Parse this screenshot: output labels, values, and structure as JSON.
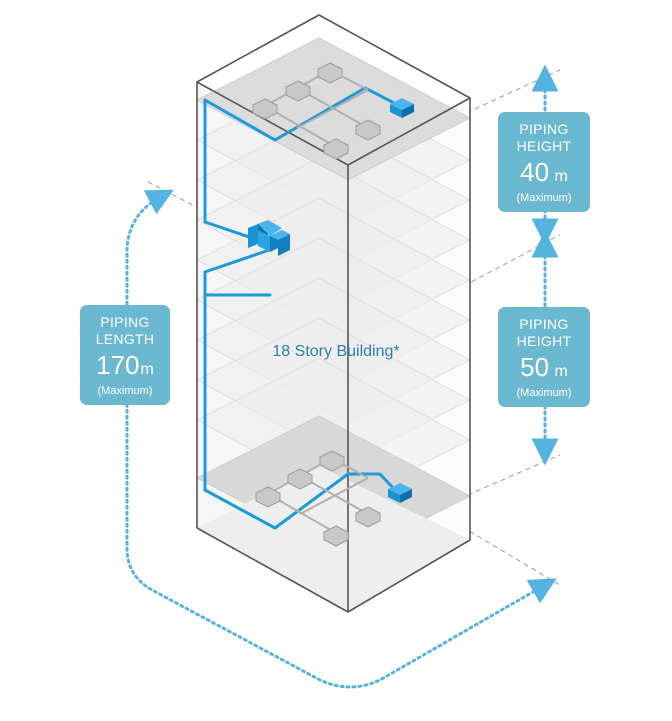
{
  "building_label": "18 Story Building*",
  "callouts": {
    "height_top": {
      "line1": "PIPING",
      "line2": "HEIGHT",
      "value": "40",
      "unit": "m",
      "note": "(Maximum)"
    },
    "height_bottom": {
      "line1": "PIPING",
      "line2": "HEIGHT",
      "value": "50",
      "unit": "m",
      "note": "(Maximum)"
    },
    "length": {
      "line1": "PIPING",
      "line2": "LENGTH",
      "value": "170",
      "unit": "m",
      "note": "(Maximum)"
    }
  },
  "colors": {
    "pipe": "#1c9bd8",
    "unit_box": "#1a93d2",
    "callout_bg": "#6bb8d1",
    "dim_arrow": "#55b3df",
    "building_edge": "#555555",
    "floor_plate": "#d9d9d9",
    "label_text": "#2a7fb0"
  },
  "icons": [
    "outdoor-unit-icon",
    "indoor-unit-icon",
    "dimension-arrow-icon"
  ]
}
